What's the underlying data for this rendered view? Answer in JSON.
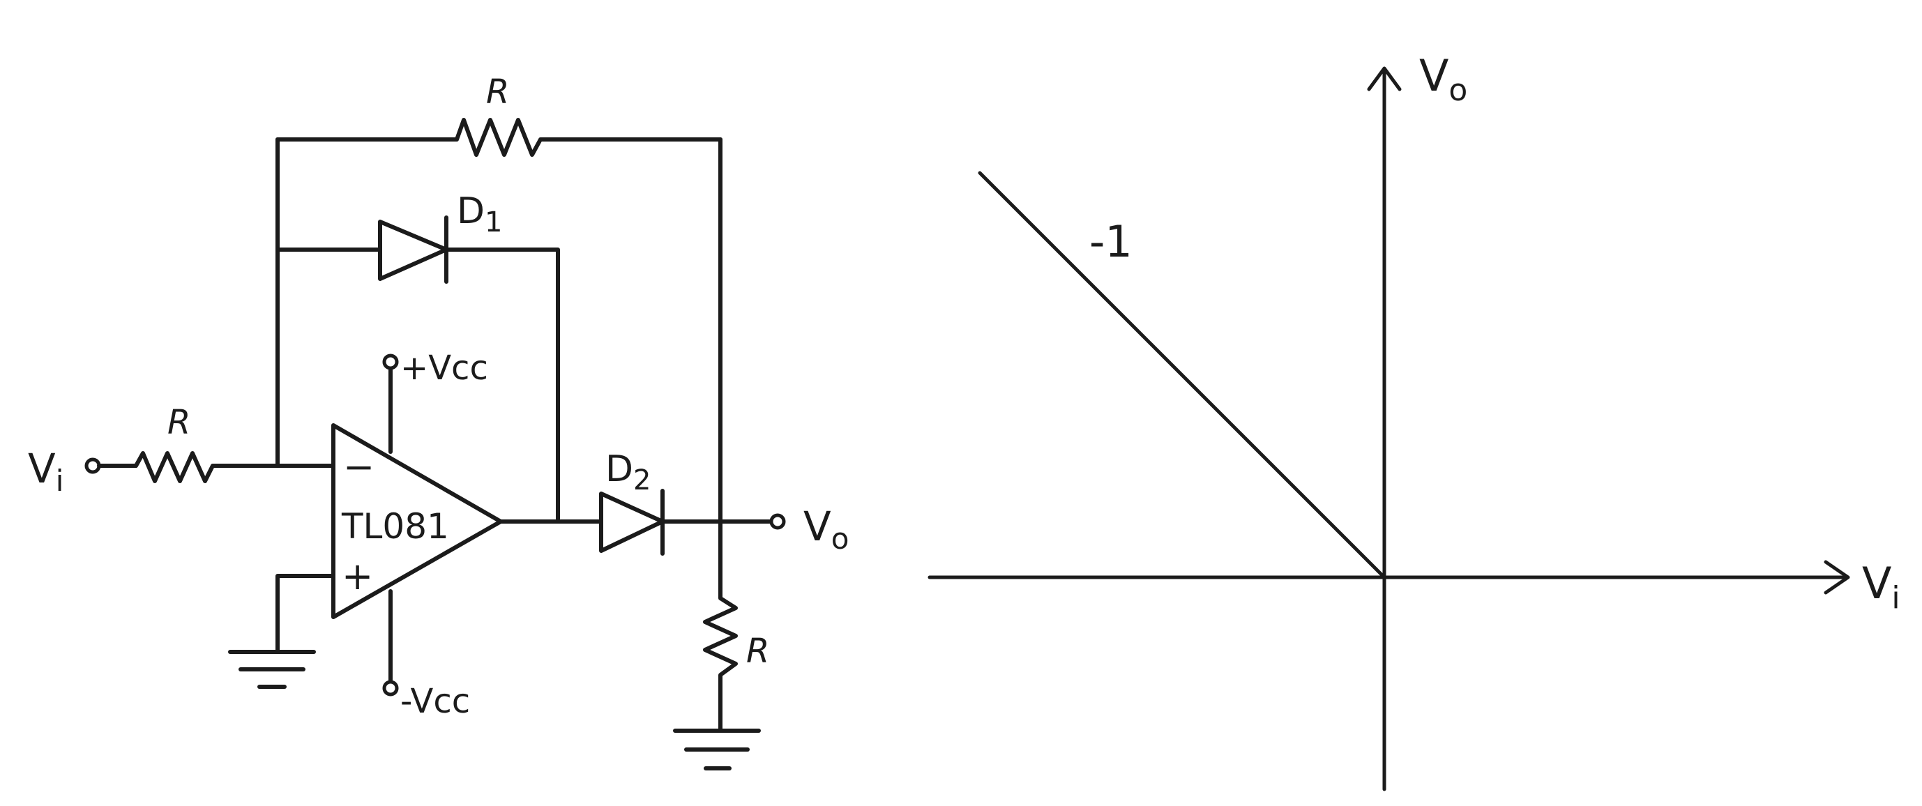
{
  "circuit": {
    "feedback_resistor": "R",
    "input_resistor": "R",
    "load_resistor": "R",
    "diode1": {
      "letter": "D",
      "index": "1"
    },
    "diode2": {
      "letter": "D",
      "index": "2"
    },
    "input": {
      "letter": "V",
      "sub": "i"
    },
    "output": {
      "letter": "V",
      "sub": "o"
    },
    "opamp": {
      "name": "TL081",
      "inverting": "−",
      "noninverting": "+",
      "positive_supply": "+Vcc",
      "negative_supply": "-Vcc"
    }
  },
  "transfer_plot": {
    "x_axis": {
      "letter": "V",
      "sub": "i"
    },
    "y_axis": {
      "letter": "V",
      "sub": "o"
    },
    "slope_label": "-1",
    "segments": [
      {
        "from": [
          -1,
          1
        ],
        "to": [
          0,
          0
        ],
        "slope": -1
      },
      {
        "from": [
          0,
          0
        ],
        "to": [
          1,
          0
        ],
        "slope": 0
      }
    ]
  }
}
